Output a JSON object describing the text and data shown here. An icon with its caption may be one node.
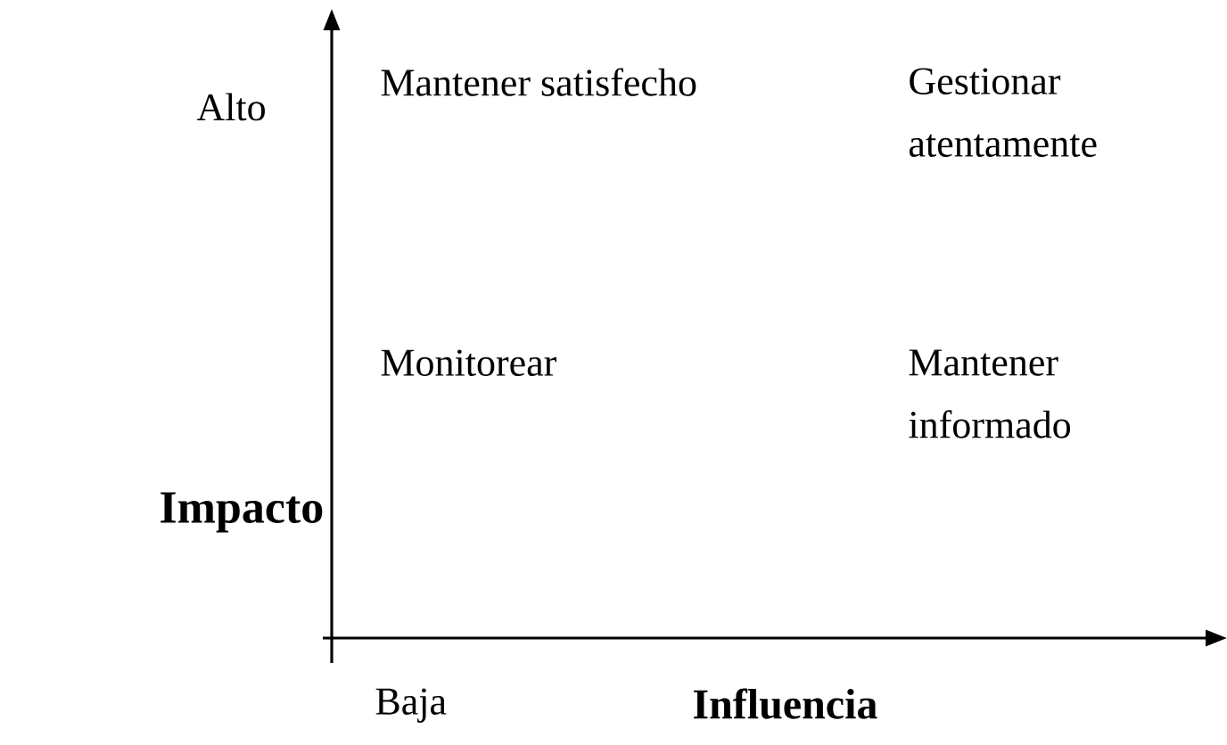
{
  "diagram": {
    "labels": [
      "Alto",
      "Mantener satisfecho",
      "Gestionar atentamente",
      "Monitorear",
      "Mantener informado",
      "Impacto",
      "Baja",
      "Influencia"
    ]
  }
}
